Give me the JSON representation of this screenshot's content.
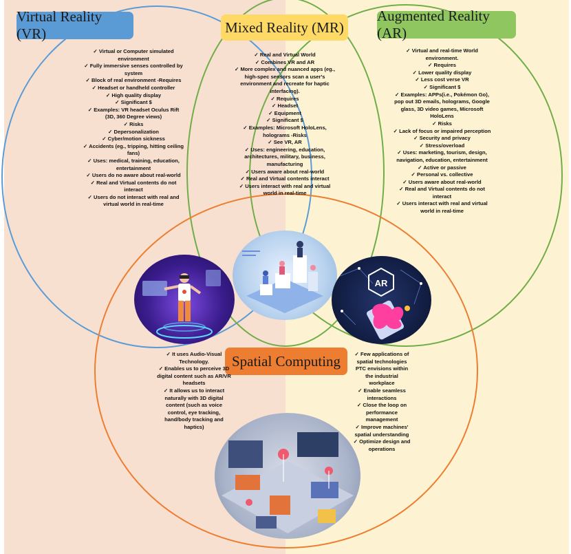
{
  "vr": {
    "title": "Virtual Reality (VR)",
    "items": [
      "Virtual or Computer simulated environment",
      "Fully immersive senses controlled by system",
      "Block of real environment -Requires",
      "Headset or handheld controller",
      "High quality display",
      "Significant $",
      "Examples: VR headset Oculus Rift (3D, 360 Degree views)",
      "Risks",
      "Depersonalization",
      "Cyber/motion sickness",
      "Accidents (eg., tripping, hitting ceiling fans)",
      "Uses: medical, training, education, entertainment",
      "Users do no aware about real-world",
      "Real and Virtual contents do not interact",
      "Users do not interact with real and virtual world in real-time"
    ]
  },
  "mr": {
    "title": "Mixed Reality (MR)",
    "items": [
      "Real and Virtual World",
      "Combines VR and AR",
      "More complex and nuanced apps (eg., high-spec sensors scan a user's environment and recreate for haptic interfacing).",
      "Requires",
      "Headset",
      "Equipment",
      "Significant $",
      "Examples: Microsoft HoloLens, holograms -Risks",
      "See VR, AR",
      "Uses: engineering, education, architectures, military, business, manufacturing",
      "Users aware about real-world",
      "Real and Virtual contents interact",
      "Users interact with real and virtual world in real-time"
    ]
  },
  "ar": {
    "title": "Augmented Reality (AR)",
    "items": [
      "Virtual and real-time World environment.",
      "Requires",
      "Lower quality display",
      "Less cost verse VR",
      "Significant $",
      "Examples: APPs(i.e., Pokémon Go), pop out 3D emails, holograms, Google glass, 3D video games, Microsoft HoloLens",
      "Risks",
      "Lack of focus or impaired perception",
      "Security and privacy",
      "Stress/overload",
      "Uses: marketing, tourism, design, navigation, education, entertainment",
      "Active or passive",
      "Personal vs. collective",
      "Users aware about real-world",
      "Real and Virtual contents do not interact",
      "Users interact with real and virtual world in real-time"
    ]
  },
  "sc": {
    "title": "Spatial Computing",
    "left_items": [
      "It uses Audio-Visual Technology.",
      "Enables us to perceive 3D digital content such as AR/VR headsets",
      "It allows us to interact naturally with 3D digital content (such as voice control, eye tracking, hand/body tracking and haptics)"
    ],
    "right_items": [
      "Few applications of spatial technologies PTC envisions within the industrial workplace",
      "Enable seamless interactions",
      "Close the loop on performance management",
      "Improve machines' spatial understanding",
      "Optimize design and operations"
    ],
    "ar_badge": "AR"
  },
  "colors": {
    "vr_circle": "#5b9bd5",
    "mr_circle": "#70ad47",
    "ar_circle": "#70ad47",
    "sc_circle": "#ed7d31",
    "vr_pill": "#5b9bd5",
    "mr_pill": "#ffd966",
    "ar_pill": "#8fc660",
    "sc_pill": "#ed7d31"
  }
}
